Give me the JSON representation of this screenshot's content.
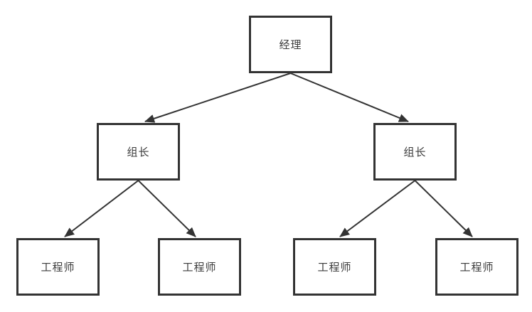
{
  "diagram": {
    "type": "org-chart",
    "nodes": [
      {
        "id": "manager",
        "label": "经理",
        "level": 1
      },
      {
        "id": "leader-left",
        "label": "组长",
        "level": 2
      },
      {
        "id": "leader-right",
        "label": "组长",
        "level": 2
      },
      {
        "id": "engineer-1",
        "label": "工程师",
        "level": 3
      },
      {
        "id": "engineer-2",
        "label": "工程师",
        "level": 3
      },
      {
        "id": "engineer-3",
        "label": "工程师",
        "level": 3
      },
      {
        "id": "engineer-4",
        "label": "工程师",
        "level": 3
      }
    ],
    "edges": [
      {
        "from": "manager",
        "to": "leader-left"
      },
      {
        "from": "manager",
        "to": "leader-right"
      },
      {
        "from": "leader-left",
        "to": "engineer-1"
      },
      {
        "from": "leader-left",
        "to": "engineer-2"
      },
      {
        "from": "leader-right",
        "to": "engineer-3"
      },
      {
        "from": "leader-right",
        "to": "engineer-4"
      }
    ]
  },
  "colors": {
    "line": "#333333",
    "text": "#3b3b3b",
    "background": "#ffffff"
  }
}
